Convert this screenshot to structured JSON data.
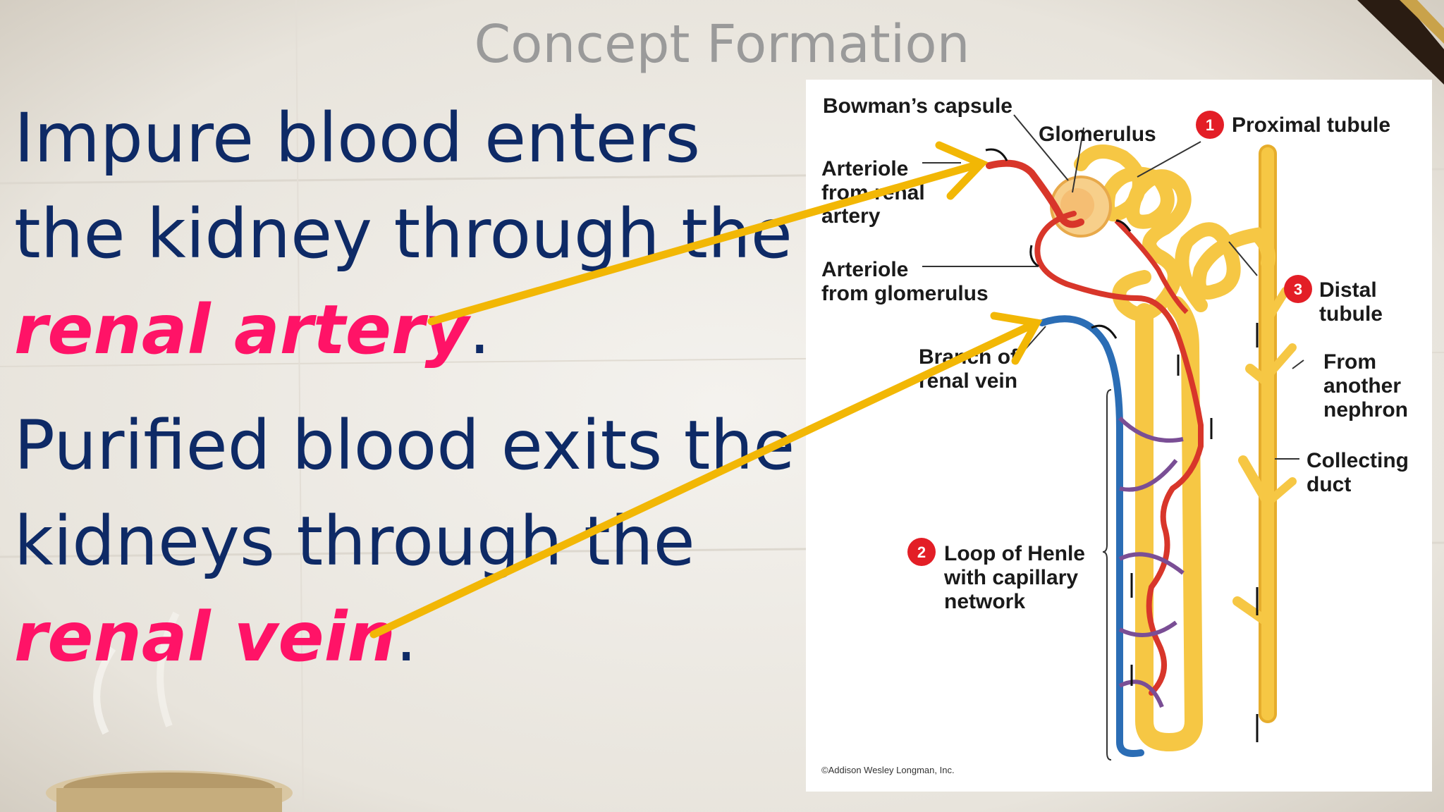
{
  "slide": {
    "title": "Concept Formation",
    "para1": {
      "line1": "Impure blood enters",
      "line2": "the kidney through the",
      "highlight": "renal artery",
      "end": "."
    },
    "para2": {
      "line1": "Purified blood exits the",
      "line2": "kidneys through the",
      "highlight": "renal vein",
      "end": "."
    }
  },
  "diagram": {
    "labels": {
      "bowman": "Bowman’s capsule",
      "glomerulus": "Glomerulus",
      "proximal": "Proximal tubule",
      "aff1": "Arteriole",
      "aff2": "from renal",
      "aff3": "artery",
      "eff1": "Arteriole",
      "eff2": "from glomerulus",
      "distal1": "Distal",
      "distal2": "tubule",
      "vein1": "Branch of",
      "vein2": "renal vein",
      "from1": "From",
      "from2": "another",
      "from3": "nephron",
      "coll1": "Collecting",
      "coll2": "duct",
      "loop1": "Loop of Henle",
      "loop2": "with capillary",
      "loop3": "network",
      "copyright": "©Addison Wesley Longman, Inc."
    },
    "markers": {
      "m1": "1",
      "m2": "2",
      "m3": "3"
    },
    "colors": {
      "artery": "#d8362a",
      "vein": "#2b6db5",
      "tubule": "#f6c744",
      "marker": "#e31e26",
      "arrow": "#f2b705"
    }
  }
}
